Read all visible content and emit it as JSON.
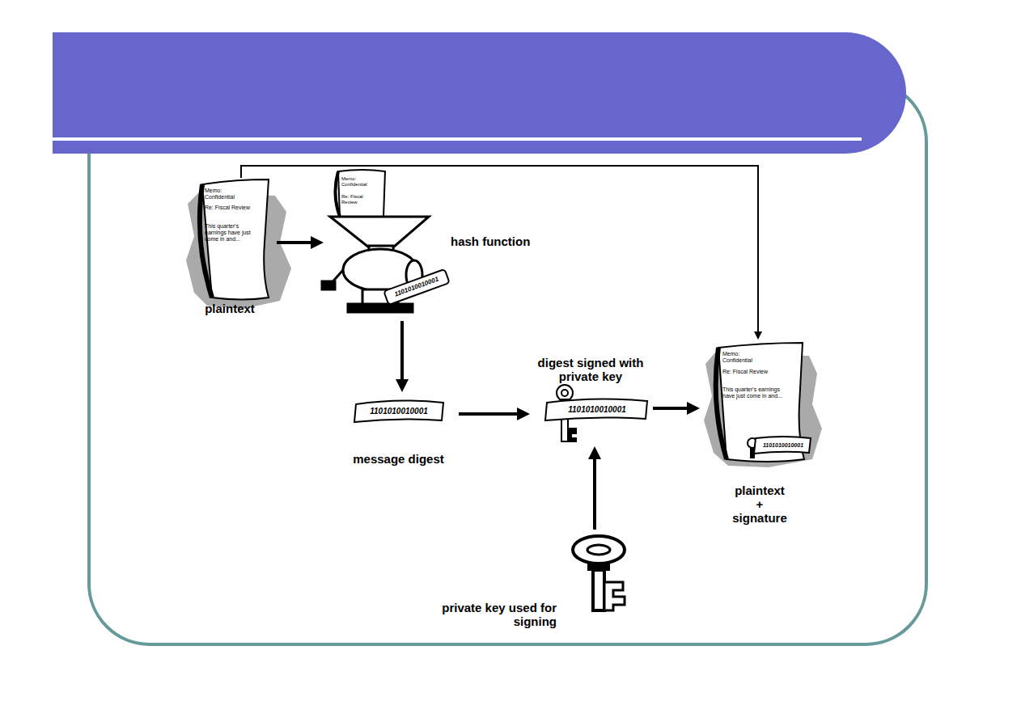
{
  "diagram": {
    "nodes": [
      {
        "text": [
          "plaintext"
        ]
      },
      {
        "text": [
          "hash function"
        ]
      },
      {
        "text": [
          "message digest"
        ]
      },
      {
        "text": [
          "digest signed with private key"
        ]
      },
      {
        "text": [
          "plaintext + signature"
        ]
      },
      {
        "text": [
          "private key used for signing"
        ]
      }
    ],
    "edges": [
      {
        "from": 0,
        "to": 1,
        "arrow": "to"
      },
      {
        "from": 1,
        "to": 2,
        "arrow": "to"
      },
      {
        "from": 2,
        "to": 3,
        "arrow": "to"
      },
      {
        "from": 3,
        "to": 4,
        "arrow": "to"
      },
      {
        "from": 5,
        "to": 3,
        "arrow": "to"
      },
      {
        "from": 0,
        "to": 4,
        "arrow": "to"
      }
    ],
    "labels": [
      "Memo: Confidential",
      "Re: Fiscal Review",
      "This quarter's earnings have just come in and...",
      "Memo: Confidential",
      "Re: Fiscal Review",
      "1101010010001",
      "Memo: Confidential",
      "Re: Fiscal Review",
      "This quarter's earnings have just come in and...",
      "1101010010001",
      "1101010010001",
      "1101010010001"
    ]
  }
}
